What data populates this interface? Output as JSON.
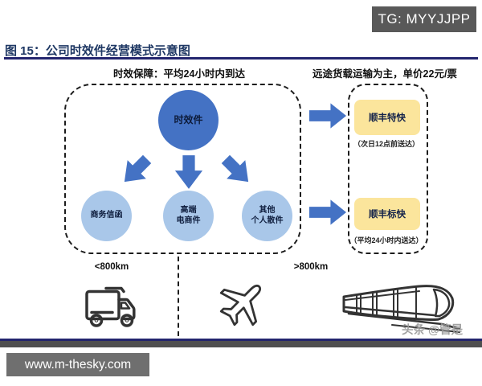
{
  "overlays": {
    "tg_badge": "TG: MYYJJPP",
    "url_badge": "www.m-thesky.com",
    "author_watermark": "头条 @管是"
  },
  "figure": {
    "title": "图 15：公司时效件经营模式示意图"
  },
  "left_panel": {
    "header": "时效保障：平均24小时内到达",
    "root_node": "时效件",
    "nodes": [
      {
        "line1": "商务信函",
        "line2": ""
      },
      {
        "line1": "高端",
        "line2": "电商件"
      },
      {
        "line1": "其他",
        "line2": "个人散件"
      }
    ],
    "distance_label": "<800km",
    "transport_icons": [
      "truck-icon",
      "airplane-icon"
    ]
  },
  "right_panel": {
    "header": "远途货载运输为主，单价22元/票",
    "distance_label": ">800km",
    "products": [
      {
        "name": "顺丰特快",
        "note": "（次日12点前送达）"
      },
      {
        "name": "顺丰标快",
        "note": "（平均24小时内送达）"
      }
    ],
    "transport_icons": [
      "train-icon"
    ]
  },
  "colors": {
    "accent_blue": "#4472C4",
    "light_blue": "#A9C7E9",
    "product_yellow": "#FBE59C",
    "navy_title": "#1F3864",
    "badge_gray": "#595959"
  }
}
